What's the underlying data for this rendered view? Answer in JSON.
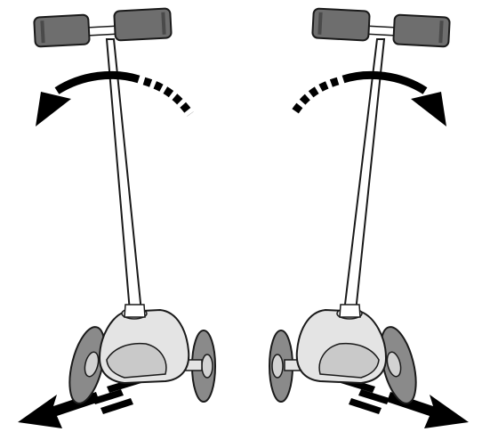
{
  "figure": {
    "panels": [
      {
        "id": "left",
        "tilt": "left",
        "rotation_arrow": "counter-clockwise",
        "ground_arrow": "down-left"
      },
      {
        "id": "right",
        "tilt": "right",
        "rotation_arrow": "clockwise",
        "ground_arrow": "down-right"
      }
    ]
  },
  "colors": {
    "outline": "#1a1a1a",
    "arrow": "#000000",
    "grip": "#6e6e6e",
    "grip_dark": "#4a4a4a",
    "deck": "#e4e4e4",
    "deck_shade": "#c9c9c9",
    "wheel": "#8a8a8a",
    "wheel_hub": "#d2d2d2",
    "stem": "#ffffff",
    "background": "#ffffff"
  },
  "icons": {
    "left_rotation": "curved-arrow-counterclockwise-icon",
    "right_rotation": "curved-arrow-clockwise-icon",
    "left_ground": "arrow-down-left-icon",
    "right_ground": "arrow-down-right-icon"
  }
}
